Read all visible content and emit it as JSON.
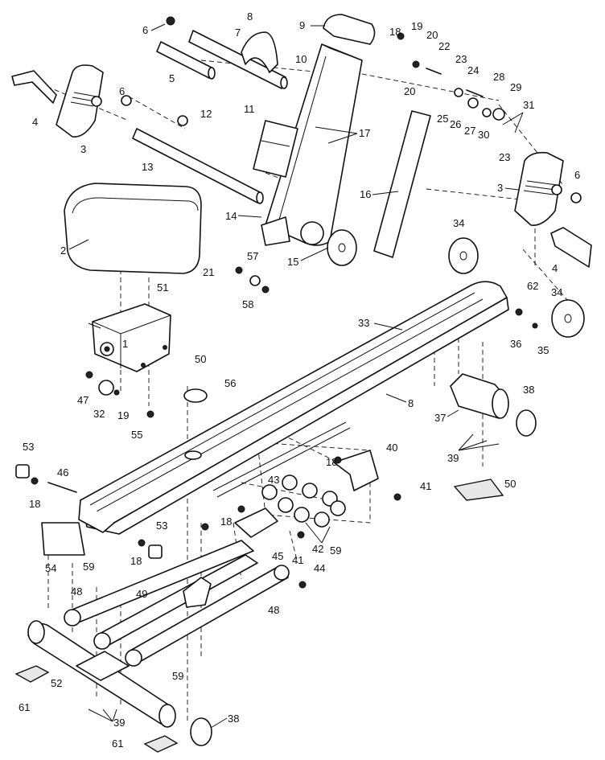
{
  "diagram": {
    "labels": {
      "p1": "1",
      "p2": "2",
      "p3a": "3",
      "p3b": "3",
      "p4a": "4",
      "p4b": "4",
      "p5": "5",
      "p6a": "6",
      "p6b": "6",
      "p6c": "6",
      "p7": "7",
      "p8a": "8",
      "p8b": "8",
      "p9": "9",
      "p10": "10",
      "p11": "11",
      "p12": "12",
      "p13": "13",
      "p14": "14",
      "p15": "15",
      "p16": "16",
      "p17": "17",
      "p18a": "18",
      "p18b": "18",
      "p18c": "18",
      "p18d": "18",
      "p18e": "18",
      "p19a": "19",
      "p19b": "19",
      "p20a": "20",
      "p20b": "20",
      "p21": "21",
      "p22": "22",
      "p23a": "23",
      "p23b": "23",
      "p24": "24",
      "p25": "25",
      "p26": "26",
      "p27": "27",
      "p28": "28",
      "p29": "29",
      "p30": "30",
      "p31": "31",
      "p32": "32",
      "p33": "33",
      "p34a": "34",
      "p34b": "34",
      "p35": "35",
      "p36": "36",
      "p37": "37",
      "p38a": "38",
      "p38b": "38",
      "p39a": "39",
      "p39b": "39",
      "p40": "40",
      "p41a": "41",
      "p41b": "41",
      "p42": "42",
      "p43": "43",
      "p44": "44",
      "p45": "45",
      "p46": "46",
      "p47": "47",
      "p48a": "48",
      "p48b": "48",
      "p49": "49",
      "p50a": "50",
      "p50b": "50",
      "p51": "51",
      "p52": "52",
      "p53a": "53",
      "p53b": "53",
      "p54": "54",
      "p55": "55",
      "p56": "56",
      "p57": "57",
      "p58": "58",
      "p59a": "59",
      "p59b": "59",
      "p59c": "59",
      "p61a": "61",
      "p61b": "61",
      "p62": "62"
    }
  }
}
